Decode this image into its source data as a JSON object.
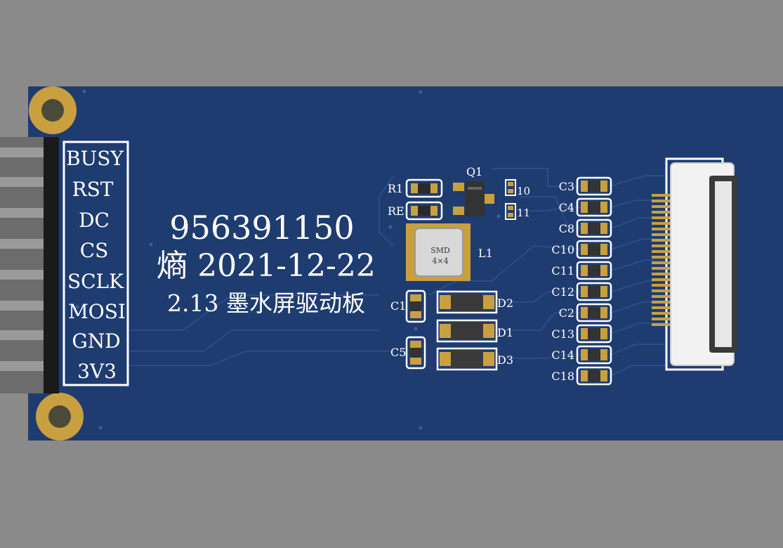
{
  "board": {
    "background_color": "#8a8a8a",
    "pcb_color": "#1f3c70",
    "silkscreen_color": "#ffffff",
    "pad_color": "#c9a03f",
    "serial": "956391150",
    "date_line": "熵 2021-12-22",
    "product_line": "2.13 墨水屏驱动板"
  },
  "header_pins": [
    "BUSY",
    "RST",
    "DC",
    "CS",
    "SCLK",
    "MOSI",
    "GND",
    "3V3"
  ],
  "components": {
    "R1": "R1",
    "RE": "RE",
    "Q1": "Q1",
    "R10": "10",
    "R11": "11",
    "L1": "L1",
    "inductor_line1": "SMD",
    "inductor_line2": "4×4",
    "C1": "C1",
    "C5": "C5",
    "D2": "D2",
    "D1": "D1",
    "D3": "D3"
  },
  "capacitor_column": [
    "C3",
    "C4",
    "C8",
    "C10",
    "C11",
    "C12",
    "C2",
    "C13",
    "C14",
    "C18"
  ],
  "icons": {
    "mounting_hole": "mounting-hole-icon",
    "fpc_connector": "fpc-connector-icon"
  }
}
